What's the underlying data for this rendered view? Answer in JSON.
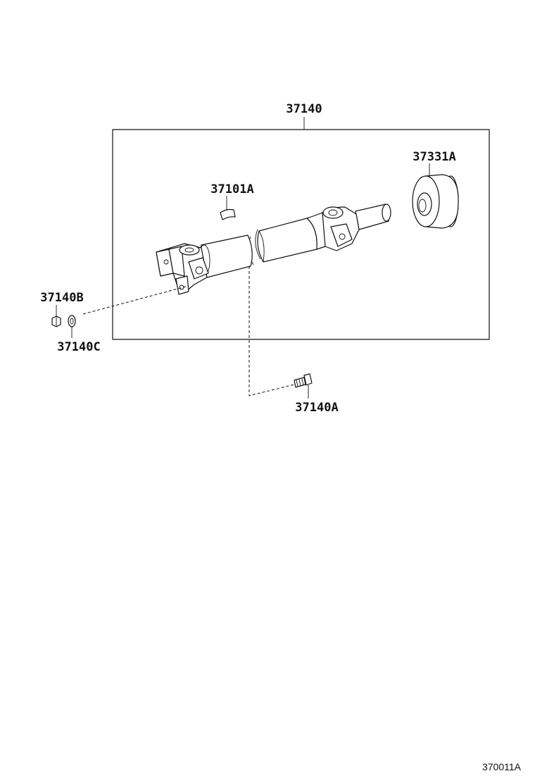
{
  "diagram": {
    "labels": {
      "assembly": "37140",
      "center_bearing": "37331A",
      "balance_weight": "37101A",
      "nut": "37140B",
      "washer": "37140C",
      "bolt": "37140A"
    },
    "diagram_id": "370011A"
  }
}
